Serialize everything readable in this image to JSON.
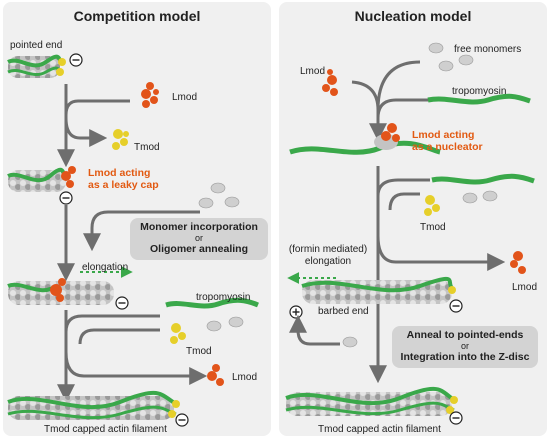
{
  "competition": {
    "title": "Competition model",
    "pointed_end": "pointed end",
    "lmod_1": "Lmod",
    "tmod_1": "Tmod",
    "leaky_cap_1": "Lmod acting",
    "leaky_cap_2": "as a leaky cap",
    "box_line1": "Monomer incorporation",
    "box_or": "or",
    "box_line2": "Oligomer annealing",
    "elongation": "elongation",
    "tropomyosin": "tropomyosin",
    "tmod_2": "Tmod",
    "lmod_2": "Lmod",
    "footer": "Tmod capped actin filament"
  },
  "nucleation": {
    "title": "Nucleation model",
    "lmod_1": "Lmod",
    "free_monomers": "free monomers",
    "tropomyosin": "tropomyosin",
    "nucleator_1": "Lmod acting",
    "nucleator_2": "as a nucleator",
    "tmod": "Tmod",
    "elongation_1": "(formin mediated)",
    "elongation_2": "elongation",
    "lmod_2": "Lmod",
    "barbed_end": "barbed end",
    "box_line1": "Anneal to pointed-ends",
    "box_or": "or",
    "box_line2": "Integration into the Z-disc",
    "footer": "Tmod capped actin filament"
  },
  "colors": {
    "actin": "#b9b9b9",
    "tropomyosin": "#3aa84a",
    "lmod": "#e2541a",
    "tmod": "#e6cf2a",
    "arrow": "#6e6e6e",
    "elongation_arrow": "#3aa84a"
  },
  "symbols": {
    "minus": "−",
    "plus": "+"
  }
}
